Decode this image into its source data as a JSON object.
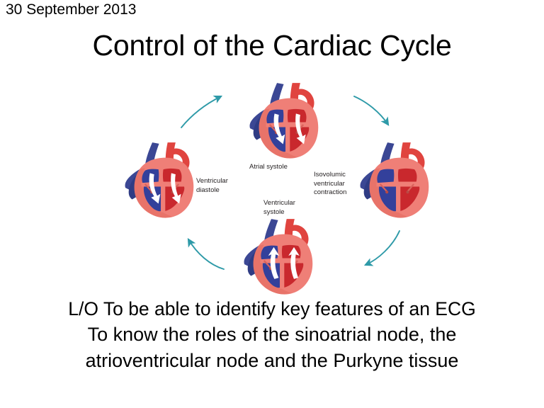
{
  "slide": {
    "date": "30 September 2013",
    "title": "Control of the Cardiac Cycle",
    "background_color": "#ffffff",
    "text_color": "#000000"
  },
  "diagram": {
    "name": "cardiac-cycle-diagram",
    "direction": "clockwise",
    "arrow_color": "#2e9aa8",
    "heart_colors": {
      "muscle": "#ef7f77",
      "muscle_shade": "#d9635c",
      "deoxygenated_blue": "#2e3f8f",
      "oxygenated_red": "#c9282d",
      "vessel_blue": "#38458e",
      "vessel_red": "#e0443f",
      "flow_arrow": "#ffffff"
    },
    "stages": [
      {
        "id": "ventricular-diastole",
        "label": "Ventricular\ndiastole",
        "position": "left"
      },
      {
        "id": "atrial-systole",
        "label": "Atrial systole",
        "position": "top"
      },
      {
        "id": "isovolumic-ventricular-contraction",
        "label": "Isovolumic\nventricular\ncontraction",
        "position": "right"
      },
      {
        "id": "ventricular-systole",
        "label": "Ventricular\nsystole",
        "position": "bottom"
      }
    ]
  },
  "objectives": {
    "line1": "L/O To be able to identify key features of an ECG",
    "line2": "To know the roles of the sinoatrial node, the",
    "line3": "atrioventricular node and the Purkyne tissue"
  }
}
